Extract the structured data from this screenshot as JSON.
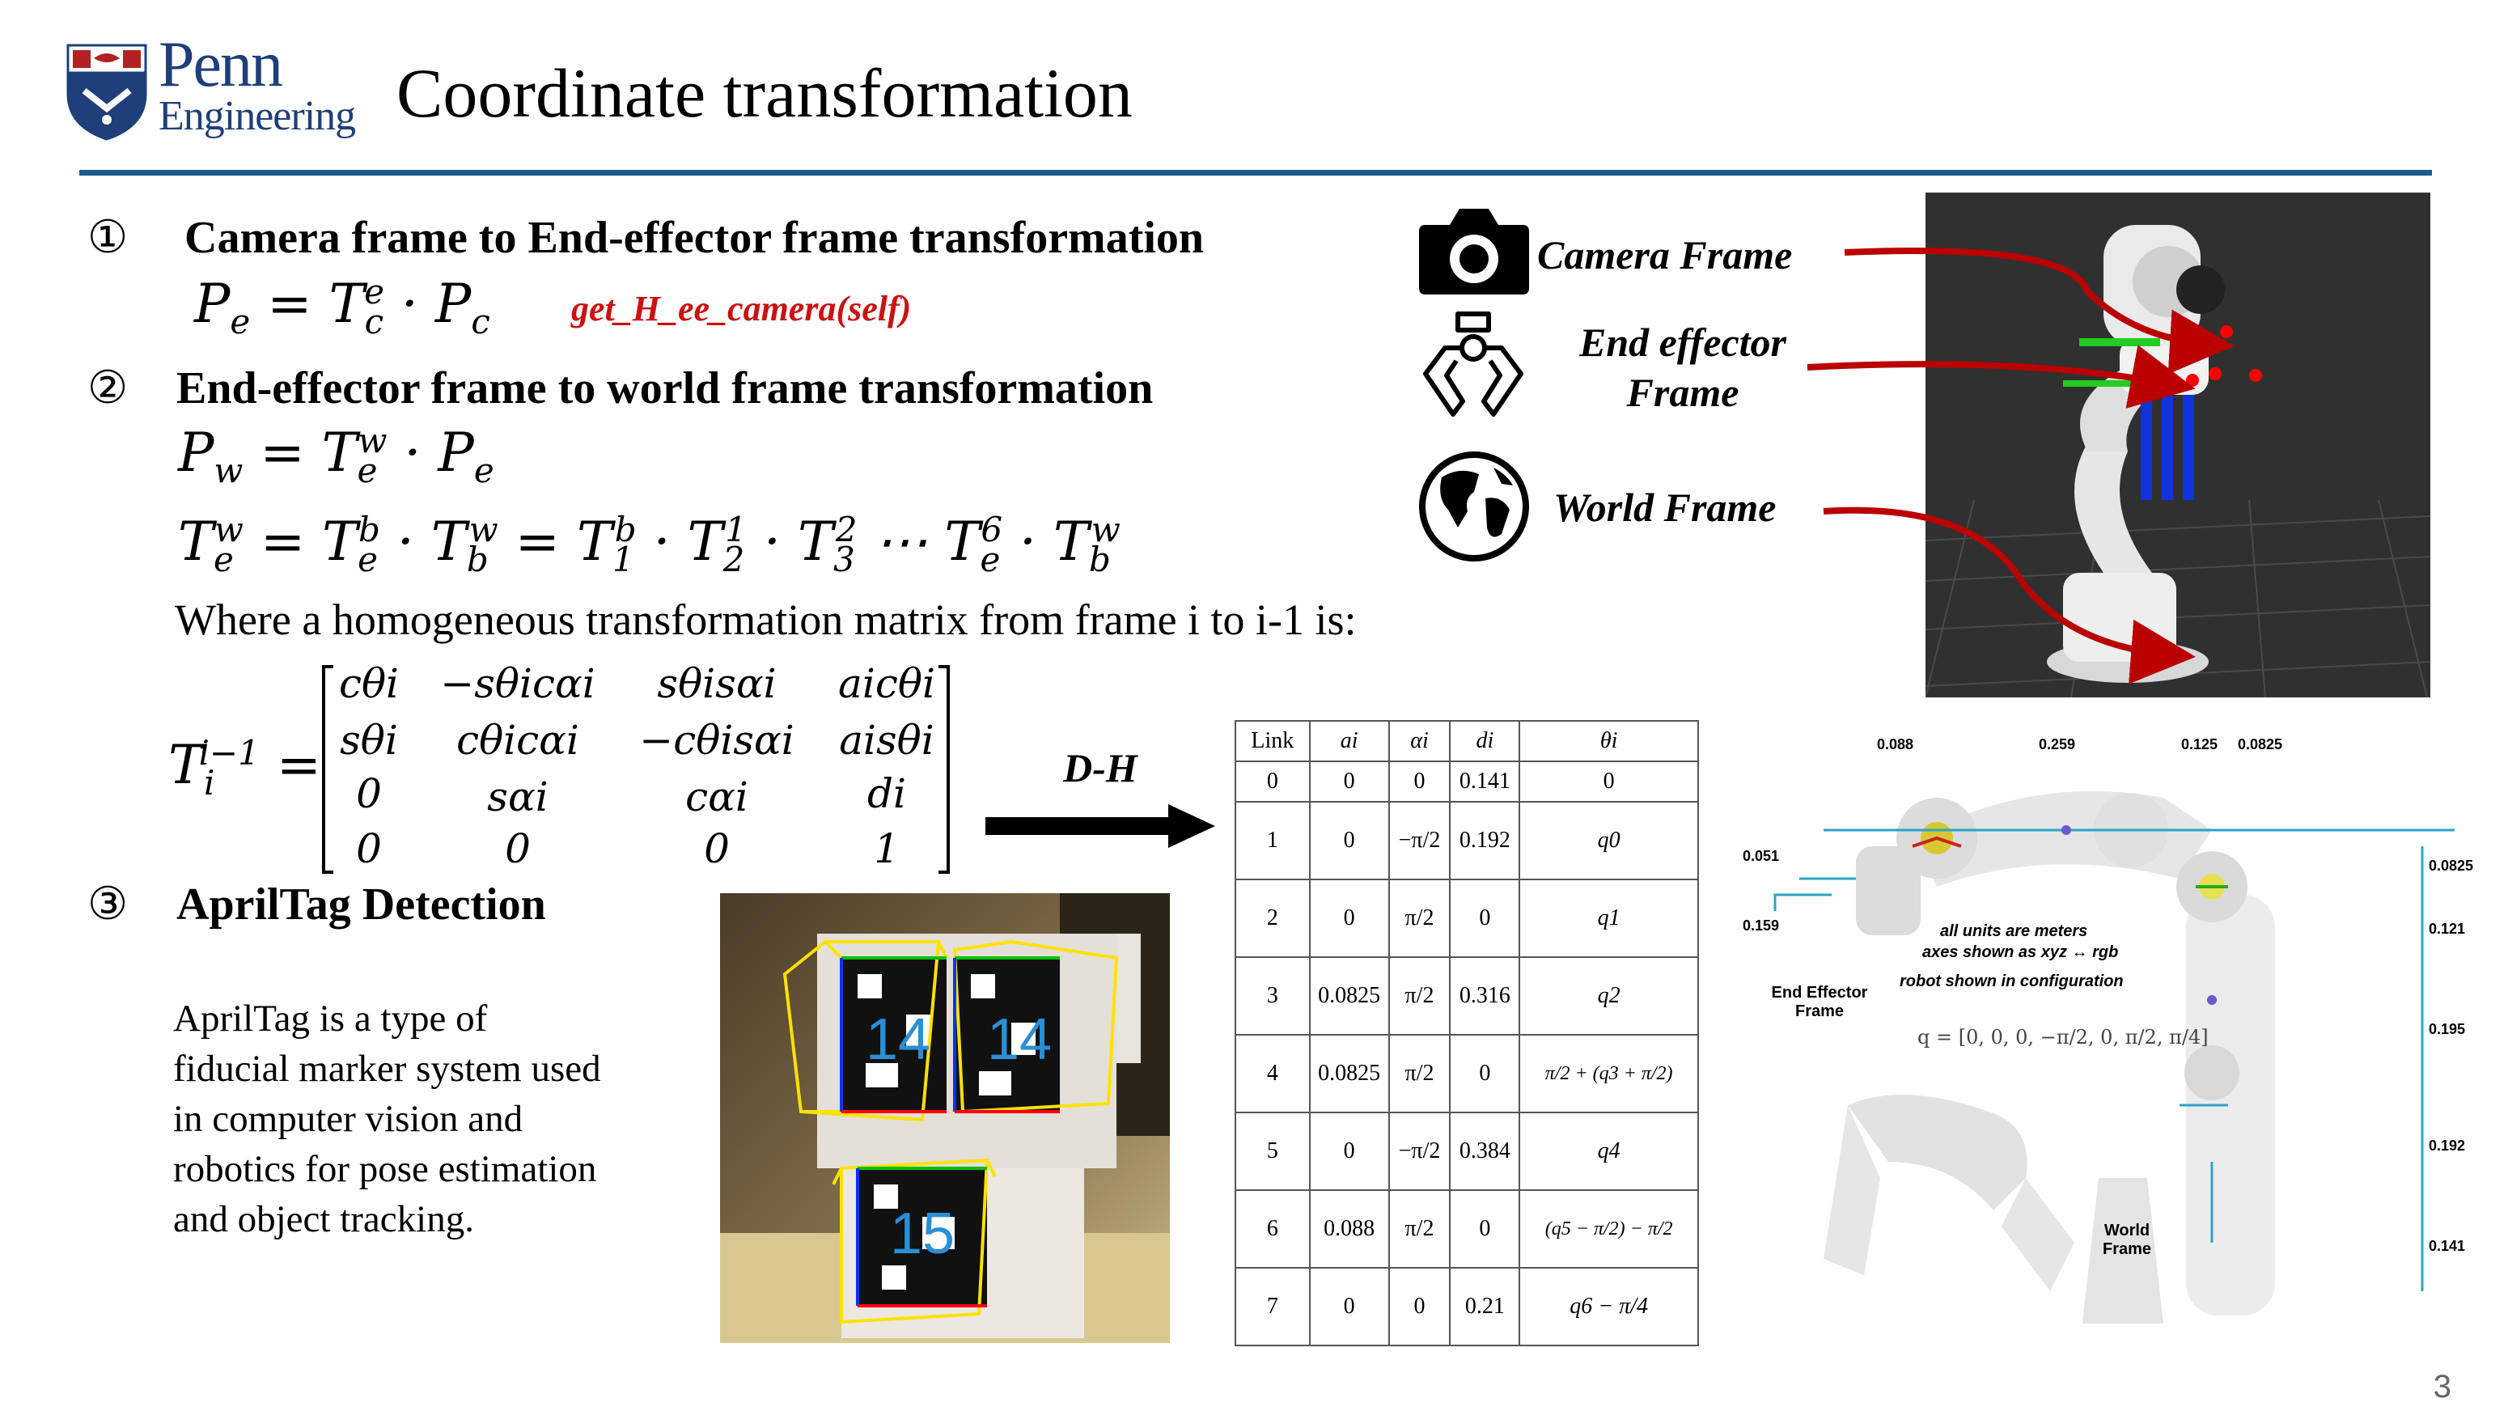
{
  "header": {
    "logo_penn": "Penn",
    "logo_engineering": "Engineering",
    "title": "Coordinate transformation"
  },
  "sections": {
    "s1": {
      "num": "①",
      "heading": "Camera frame to End-effector frame transformation",
      "function": "get_H_ee_camera(self)"
    },
    "s2": {
      "num": "②",
      "heading": "End-effector frame to world frame transformation",
      "where_text": "Where a homogeneous transformation matrix from frame i to i-1 is:"
    },
    "s3": {
      "num": "③",
      "heading": "AprilTag Detection",
      "paragraph": [
        "AprilTag is a type of",
        "fiducial marker system used",
        "in computer vision and",
        "robotics for pose estimation",
        "and object tracking."
      ]
    }
  },
  "matrix": {
    "rows": [
      [
        "cθi",
        "−sθicαi",
        "sθisαi",
        "aicθi"
      ],
      [
        "sθi",
        "cθicαi",
        "−cθisαi",
        "aisθi"
      ],
      [
        "0",
        "sαi",
        "cαi",
        "di"
      ],
      [
        "0",
        "0",
        "0",
        "1"
      ]
    ]
  },
  "dh_arrow_label": "D-H",
  "dh_table": {
    "headers": [
      "Link",
      "ai",
      "αi",
      "di",
      "θi"
    ],
    "rows": [
      [
        "0",
        "0",
        "0",
        "0.141",
        "0"
      ],
      [
        "1",
        "0",
        "−π/2",
        "0.192",
        "q0"
      ],
      [
        "2",
        "0",
        "π/2",
        "0",
        "q1"
      ],
      [
        "3",
        "0.0825",
        "π/2",
        "0.316",
        "q2"
      ],
      [
        "4",
        "0.0825",
        "π/2",
        "0",
        "π/2 + (q3 + π/2)"
      ],
      [
        "5",
        "0",
        "−π/2",
        "0.384",
        "q4"
      ],
      [
        "6",
        "0.088",
        "π/2",
        "0",
        "(q5 − π/2) − π/2"
      ],
      [
        "7",
        "0",
        "0",
        "0.21",
        "q6 − π/4"
      ]
    ]
  },
  "frame_labels": {
    "camera": "Camera Frame",
    "end_effector_1": "End effector",
    "end_effector_2": "Frame",
    "world": "World Frame"
  },
  "apriltag_ids": [
    "14",
    "14",
    "15"
  ],
  "robot_diagram": {
    "dims_top": [
      "0.088",
      "0.259",
      "0.125",
      "0.0825"
    ],
    "dims_left": [
      "0.051",
      "0.159"
    ],
    "dims_right": [
      "0.0825",
      "0.121",
      "0.195",
      "0.192",
      "0.141"
    ],
    "note_1": "all units are meters",
    "note_2": "axes shown as xyz ↔ rgb",
    "note_3": "robot shown in configuration",
    "config": "q = [0, 0, 0, −π/2, 0, π/2, π/4]",
    "ee_label_1": "End Effector",
    "ee_label_2": "Frame",
    "world_label_1": "World",
    "world_label_2": "Frame"
  },
  "page_number": "3",
  "colors": {
    "brand_blue": "#1f3f7a",
    "rule_blue": "#1a5a8e",
    "function_red": "#cc1111",
    "arrow_red": "#bb0000"
  }
}
